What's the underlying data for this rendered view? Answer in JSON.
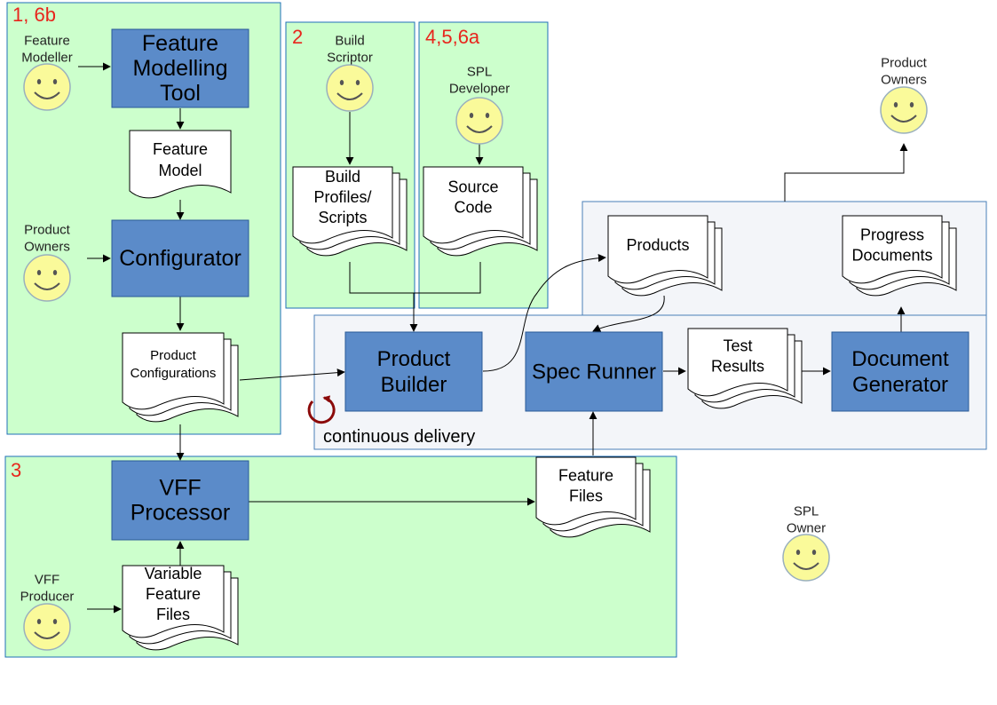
{
  "colors": {
    "region_fill": "#ccffcc",
    "region_stroke": "#1f6fb8",
    "process_fill": "#5b8bc9",
    "process_stroke": "#2a5a97",
    "cd_fill": "#f3f5f9",
    "face_fill": "#fafa9a",
    "face_stroke": "#9ab0bd",
    "region_label": "#e8251c",
    "reload_icon": "#8b0a0a"
  },
  "regions": {
    "feature_modelling": "1, 6b",
    "build": "2",
    "development": "4,5,6a",
    "vff": "3"
  },
  "continuous_delivery": "continuous delivery",
  "reload_icon": "reload-arrow",
  "people": {
    "feature_modeller": [
      "Feature",
      "Modeller"
    ],
    "product_owners_left": [
      "Product",
      "Owners"
    ],
    "vff_producer": [
      "VFF",
      "Producer"
    ],
    "build_scriptor": [
      "Build",
      "Scriptor"
    ],
    "spl_developer": [
      "SPL",
      "Developer"
    ],
    "product_owners_right": [
      "Product",
      "Owners"
    ],
    "spl_owner": [
      "SPL",
      "Owner"
    ]
  },
  "processes": {
    "feature_modelling_tool": [
      "Feature",
      "Modelling",
      "Tool"
    ],
    "configurator": [
      "Configurator"
    ],
    "vff_processor": [
      "VFF",
      "Processor"
    ],
    "product_builder": [
      "Product",
      "Builder"
    ],
    "spec_runner": [
      "Spec Runner"
    ],
    "document_generator": [
      "Document",
      "Generator"
    ]
  },
  "documents": {
    "feature_model": [
      "Feature",
      "Model"
    ],
    "product_configurations": [
      "Product",
      "Configurations"
    ],
    "variable_feature_files": [
      "Variable",
      "Feature",
      "Files"
    ],
    "build_profiles": [
      "Build",
      "Profiles/",
      "Scripts"
    ],
    "source_code": [
      "Source",
      "Code"
    ],
    "products": [
      "Products"
    ],
    "progress_documents": [
      "Progress",
      "Documents"
    ],
    "test_results": [
      "Test",
      "Results"
    ],
    "feature_files": [
      "Feature",
      "Files"
    ]
  }
}
